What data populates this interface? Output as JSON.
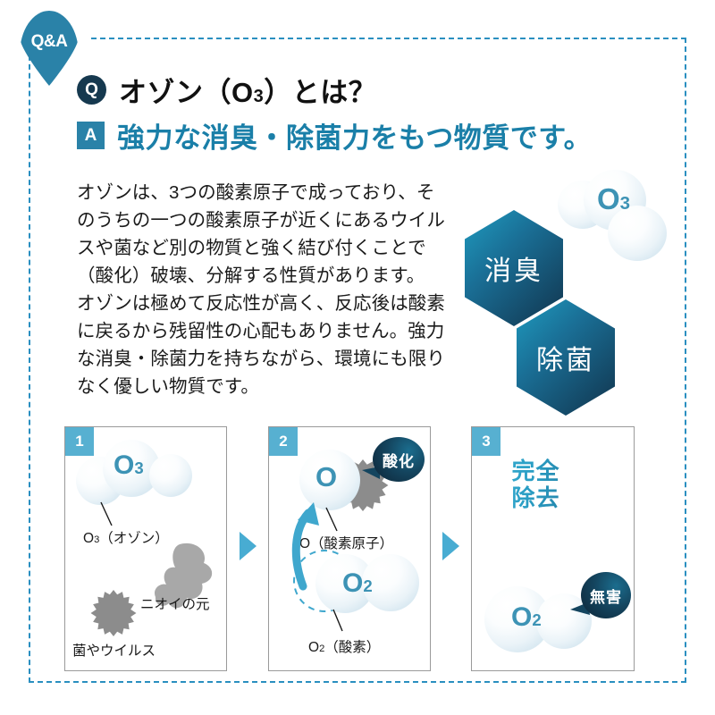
{
  "pin": {
    "label": "Q&A"
  },
  "header": {
    "q_badge": "Q",
    "q_text_pre": "オゾン（O",
    "q_text_sub": "3",
    "q_text_post": "）とは？",
    "a_badge": "A",
    "a_text": "強力な消臭・除菌力をもつ物質です。"
  },
  "body": {
    "paragraph1": "オゾンは、3つの酸素原子で成っており、そのうちの一つの酸素原子が近くにあるウイルスや菌など別の物質と強く結び付くことで（酸化）破壊、分解する性質があります。",
    "paragraph2": "オゾンは極めて反応性が高く、反応後は酸素に戻るから残留性の心配もありません。強力な消臭・除菌力を持ちながら、環境にも限りなく優しい物質です。"
  },
  "hero": {
    "hex_deodorize": "消臭",
    "hex_sterilize": "除菌",
    "molecule_label": "O",
    "molecule_sub": "3"
  },
  "panels": [
    {
      "number": "1",
      "molecule_label": "O",
      "molecule_sub": "3",
      "caption_molecule_pre": "O",
      "caption_molecule_sub": "3",
      "caption_molecule_post": "（オゾン）",
      "caption_odor": "ニオイの元",
      "caption_germs": "菌やウイルス"
    },
    {
      "number": "2",
      "badge": "酸化",
      "atom_label": "O",
      "caption_atom": "O（酸素原子）",
      "molecule_label": "O",
      "molecule_sub": "2",
      "caption_molecule_pre": "O",
      "caption_molecule_sub": "2",
      "caption_molecule_post": "（酸素）"
    },
    {
      "number": "3",
      "ring_line1": "完全",
      "ring_line2": "除去",
      "badge": "無害",
      "molecule_label": "O",
      "molecule_sub": "2"
    }
  ],
  "colors": {
    "teal": "#2a82a8",
    "navy": "#16394f",
    "accent_light": "#57b0d1",
    "dash_border": "#2a8fc0",
    "answer_text": "#1a7fa8",
    "grey_blob": "#8c8c8c"
  }
}
